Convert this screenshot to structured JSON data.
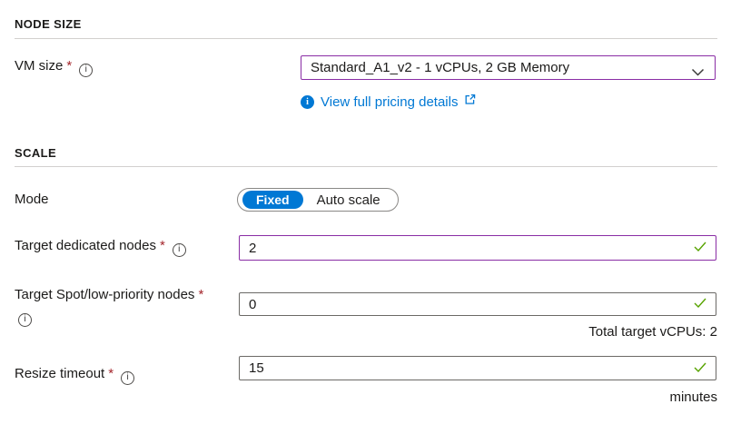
{
  "colors": {
    "accent_blue": "#0078d4",
    "modified_field_purple": "#8a2da5",
    "valid_green": "#57a300",
    "required_red": "#a4262c"
  },
  "icons": {
    "info": "circled-i",
    "info_filled": "blue-circle-i",
    "chevron_down": "chevron-v",
    "external_link": "box-with-arrow",
    "checkmark": "green-check"
  },
  "sections": {
    "node_size": {
      "title": "NODE SIZE"
    },
    "scale": {
      "title": "SCALE"
    }
  },
  "fields": {
    "vm_size": {
      "label": "VM size",
      "required": "*",
      "value": "Standard_A1_v2 - 1 vCPUs, 2 GB Memory",
      "pricing_link_label": "View full pricing details"
    },
    "mode": {
      "label": "Mode",
      "options": [
        "Fixed",
        "Auto scale"
      ],
      "selected": "Fixed"
    },
    "target_dedicated_nodes": {
      "label": "Target dedicated nodes",
      "required": "*",
      "value": "2"
    },
    "target_spot_nodes": {
      "label": "Target Spot/low-priority nodes",
      "required": "*",
      "value": "0"
    },
    "total_vcpus_text": "Total target vCPUs: 2",
    "resize_timeout": {
      "label": "Resize timeout",
      "required": "*",
      "value": "15",
      "unit": "minutes"
    }
  }
}
